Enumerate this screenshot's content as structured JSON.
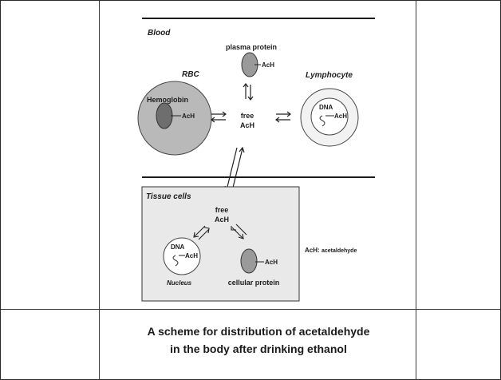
{
  "diagram": {
    "blood_label": "Blood",
    "plasma_protein_label": "plasma protein",
    "plasma_ach": "AcH",
    "rbc_label": "RBC",
    "hemoglobin_label": "Hemoglobin",
    "rbc_ach": "AcH",
    "free_label": "free",
    "free_ach": "AcH",
    "lymphocyte_label": "Lymphocyte",
    "lymph_dna": "DNA",
    "lymph_ach": "AcH",
    "tissue_label": "Tissue cells",
    "tissue_free_label": "free",
    "tissue_free_ach": "AcH",
    "nucleus_dna": "DNA",
    "nucleus_ach": "AcH",
    "nucleus_label": "Nucleus",
    "cellular_ach": "AcH",
    "cellular_protein_label": "cellular protein",
    "legend_key": "AcH:",
    "legend_value": "acetaldehyde"
  },
  "caption": {
    "line1": "A scheme for distribution of acetaldehyde",
    "line2": "in the body after drinking ethanol"
  },
  "colors": {
    "rbc_fill": "#b9b9b9",
    "hemoglobin_fill": "#6e6e6e",
    "protein_fill": "#9a9a9a",
    "tissue_box_fill": "#e9e9e9"
  }
}
